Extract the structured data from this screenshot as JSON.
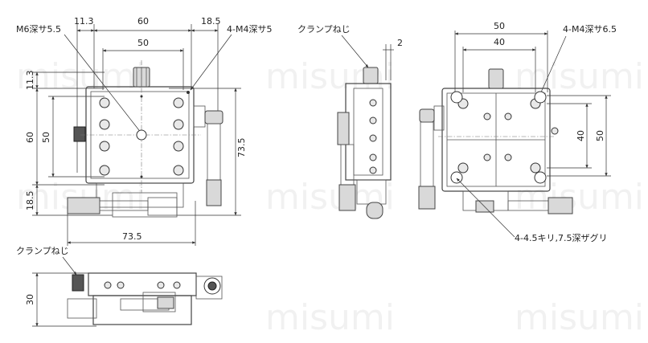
{
  "watermark": "misumi",
  "top_view": {
    "dims": {
      "d_11_3_top": "11.3",
      "d_60_top": "60",
      "d_18_5_top": "18.5",
      "d_50_top": "50",
      "d_11_3_left": "11.3",
      "d_60_left": "60",
      "d_50_left": "50",
      "d_18_5_left": "18.5",
      "d_73_5_right": "73.5",
      "d_73_5_bottom": "73.5"
    },
    "callouts": {
      "tap_m6": "M6深サ5.5",
      "tap_m4": "4-M4深サ5"
    }
  },
  "side_view": {
    "callout_clamp": "クランプねじ",
    "dim_2": "2"
  },
  "rear_view": {
    "dims": {
      "d_50_top": "50",
      "d_40_top": "40",
      "d_40_right": "40",
      "d_50_right": "50"
    },
    "callouts": {
      "tap_m4": "4-M4深サ6.5",
      "counterbore": "4-4.5キリ,7.5深ザグリ"
    }
  },
  "front_view": {
    "callout_clamp": "クランプねじ",
    "dim_30": "30"
  }
}
